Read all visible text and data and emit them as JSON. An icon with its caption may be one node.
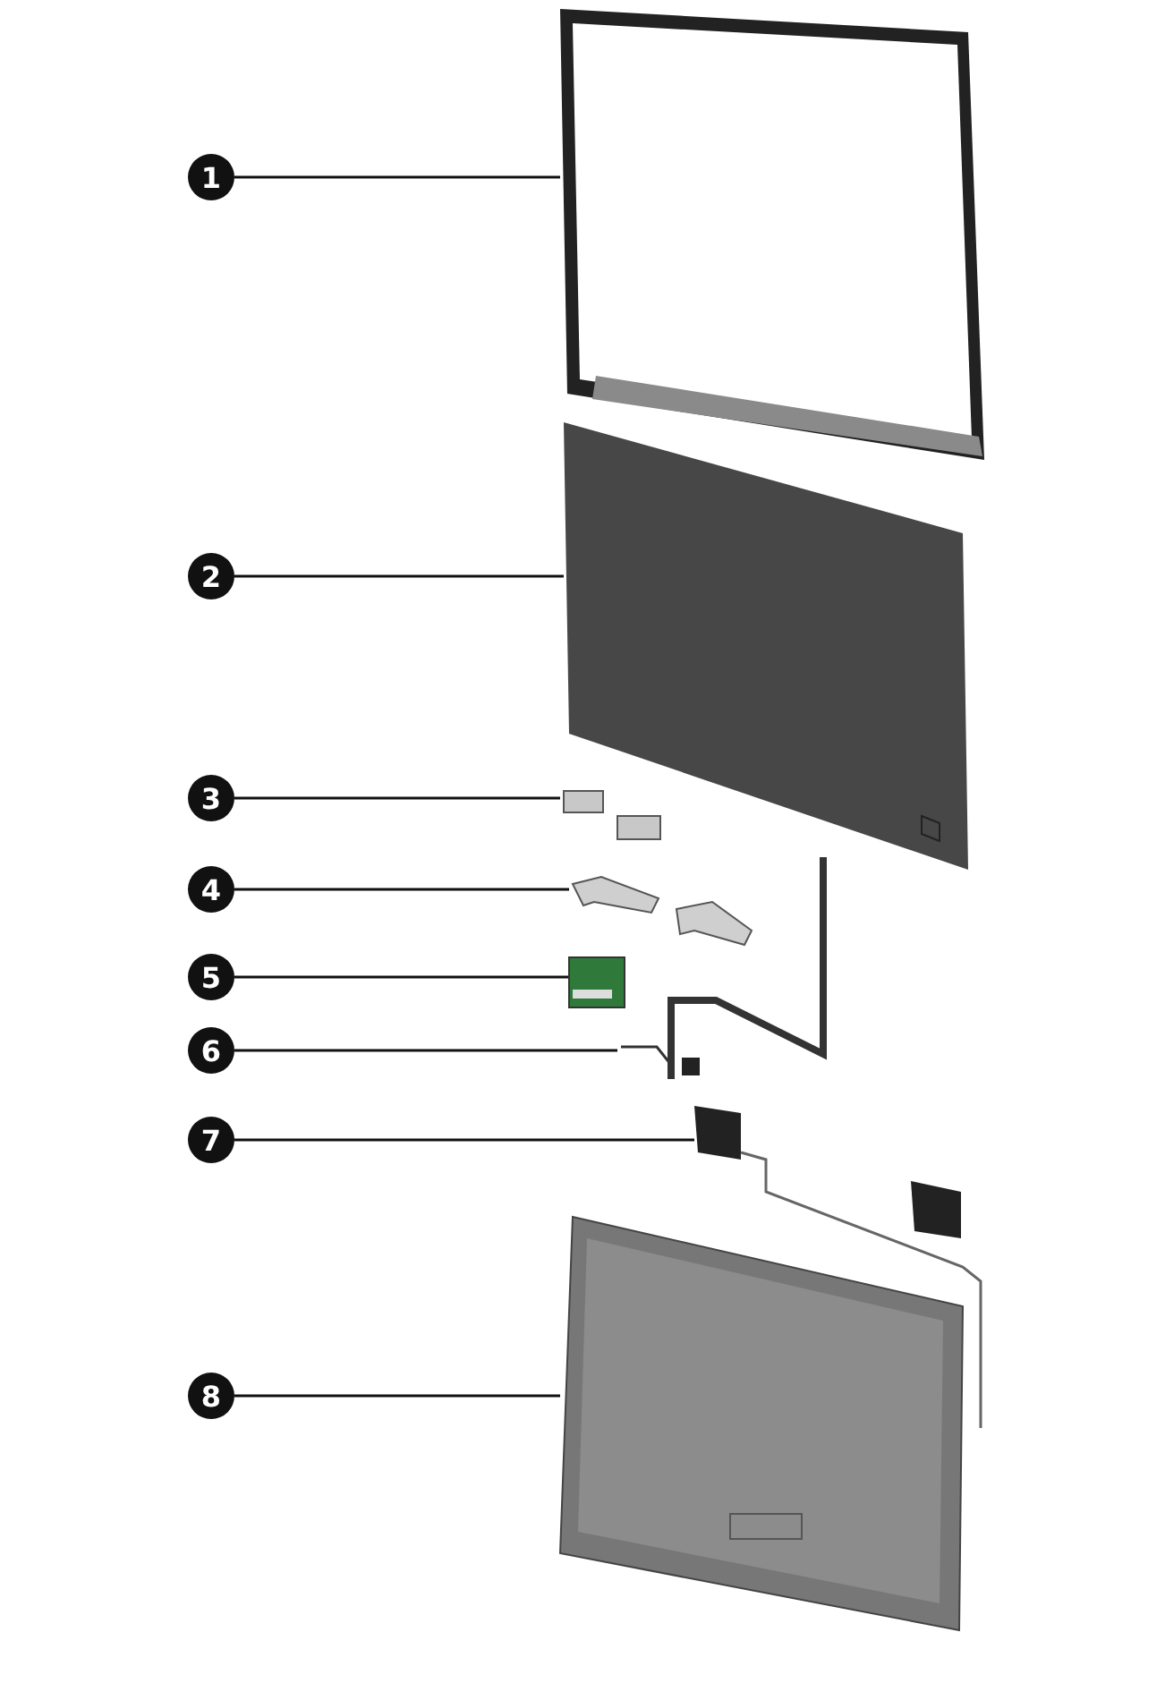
{
  "diagram": {
    "nodes": [
      {
        "text": [
          "1"
        ]
      },
      {
        "text": [
          "2"
        ]
      },
      {
        "text": [
          "3"
        ]
      },
      {
        "text": [
          "4"
        ]
      },
      {
        "text": [
          "5"
        ]
      },
      {
        "text": [
          "6"
        ]
      },
      {
        "text": [
          "7"
        ]
      },
      {
        "text": [
          "8"
        ]
      },
      {
        "text": [],
        "shape": "picture"
      },
      {
        "text": [],
        "shape": "picture"
      },
      {
        "text": [],
        "shape": "picture"
      },
      {
        "text": [],
        "shape": "picture"
      },
      {
        "text": [],
        "shape": "picture"
      },
      {
        "text": [],
        "shape": "picture"
      },
      {
        "text": [],
        "shape": "picture"
      },
      {
        "text": [],
        "shape": "picture"
      }
    ],
    "edges": [
      {
        "from": 0,
        "to": 8,
        "arrow": "none"
      },
      {
        "from": 1,
        "to": 9,
        "arrow": "none"
      },
      {
        "from": 2,
        "to": 10,
        "arrow": "none"
      },
      {
        "from": 3,
        "to": 11,
        "arrow": "none"
      },
      {
        "from": 4,
        "to": 12,
        "arrow": "none"
      },
      {
        "from": 5,
        "to": 13,
        "arrow": "none"
      },
      {
        "from": 6,
        "to": 14,
        "arrow": "none"
      },
      {
        "from": 7,
        "to": 15,
        "arrow": "none"
      }
    ]
  }
}
